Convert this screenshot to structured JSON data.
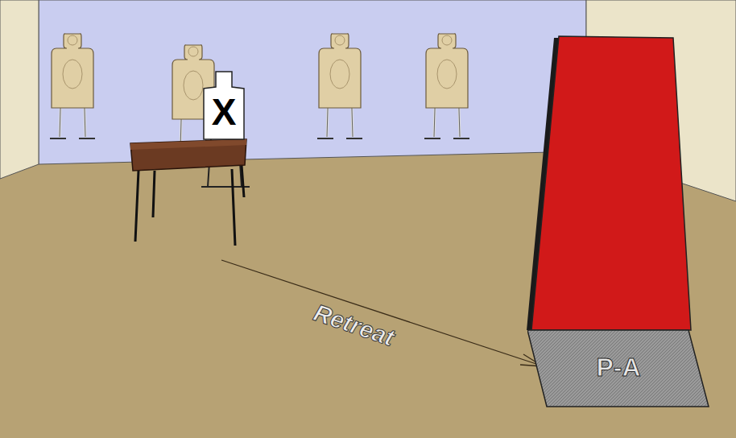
{
  "diagram": {
    "nodes": [
      {
        "text": [
          "X"
        ]
      },
      {
        "text": [
          "P-A"
        ]
      }
    ],
    "labels": [
      "Retreat"
    ]
  }
}
